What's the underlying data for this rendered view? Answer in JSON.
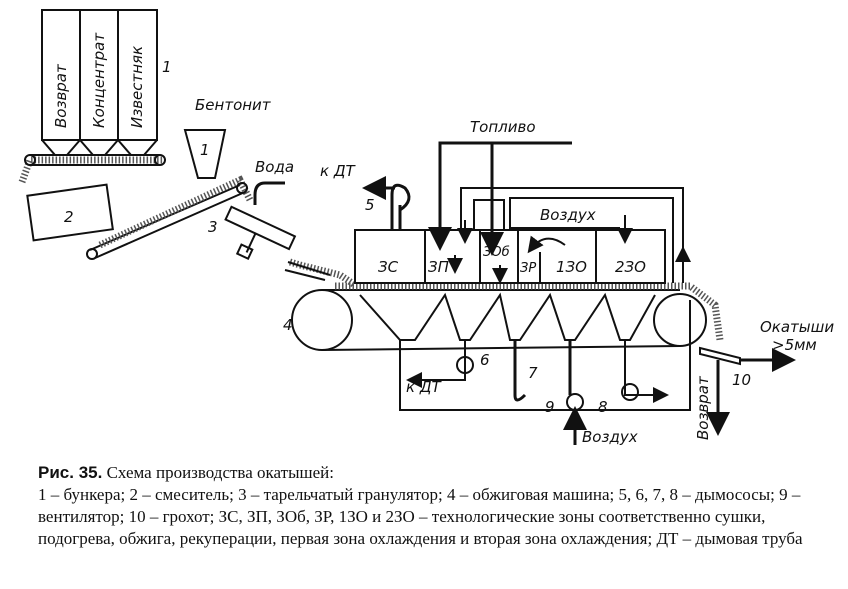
{
  "diagram": {
    "bunkers": [
      "Возврат",
      "Концентрат",
      "Известняк"
    ],
    "labels": {
      "n1": "1",
      "n1b": "1",
      "n2": "2",
      "n3": "3",
      "n4": "4",
      "n5": "5",
      "n6": "6",
      "n7": "7",
      "n8": "8",
      "n9": "9",
      "n10": "10",
      "bentonite": "Бентонит",
      "water": "Вода",
      "to_chimney_top": "к ДТ",
      "to_chimney_bottom": "к ДТ",
      "fuel": "Топливо",
      "air_top": "Воздух",
      "air_bottom": "Воздух",
      "pellets": "Окатыши",
      "pellets_size": ">5мм",
      "return": "Возврат"
    },
    "zones": [
      "ЗС",
      "ЗП",
      "ЗОб",
      "ЗР",
      "1ЗО",
      "2ЗО"
    ]
  },
  "caption": {
    "fig": "Рис. 35.",
    "title": "Схема производства окатышей:",
    "body": "1 – бункера; 2 – смеситель; 3 – тарельчатый гранулятор; 4 – обжиговая машина; 5, 6, 7, 8 – дымососы; 9 – вентилятор; 10 – грохот; ЗС, ЗП, ЗОб, ЗР, 1ЗО и 2ЗО – технологические зоны соответственно сушки, подогрева, обжига, рекуперации, первая зона охлаждения и вторая зона охлаждения; ДТ – дымовая труба"
  }
}
